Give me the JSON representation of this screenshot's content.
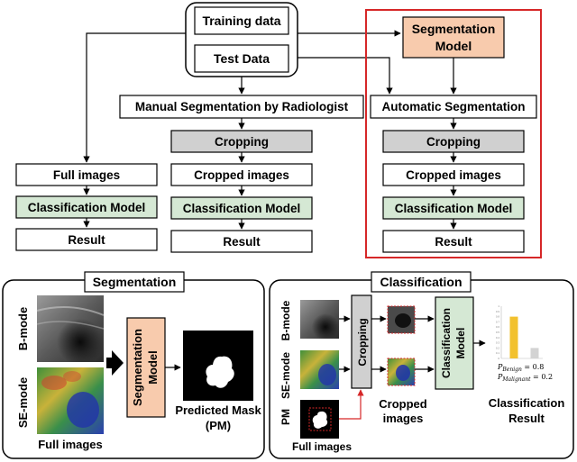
{
  "top": {
    "source": {
      "training": "Training data",
      "test": "Test Data"
    },
    "manual_segmentation": "Manual Segmentation by Radiologist",
    "seg_model": {
      "line1": "Segmentation",
      "line2": "Model"
    },
    "automatic_segmentation": "Automatic Segmentation",
    "left_column": [
      "Full images",
      "Classification Model",
      "Result"
    ],
    "middle_column": [
      "Cropping",
      "Cropped images",
      "Classification Model",
      "Result"
    ],
    "right_column": [
      "Cropping",
      "Cropped images",
      "Classification Model",
      "Result"
    ]
  },
  "segmentation_panel": {
    "title": "Segmentation",
    "bmode": "B-mode",
    "semode": "SE-mode",
    "full_images": "Full images",
    "model_line1": "Segmentation",
    "model_line2": "Model",
    "mask_line1": "Predicted Mask",
    "mask_line2": "(PM)"
  },
  "classification_panel": {
    "title": "Classification",
    "bmode": "B-mode",
    "semode": "SE-mode",
    "pm": "PM",
    "full_images": "Full images",
    "cropping": "Cropping",
    "model_line1": "Classification",
    "model_line2": "Model",
    "cropped_line1": "Cropped",
    "cropped_line2": "images",
    "result_line1": "Classification",
    "result_line2": "Result",
    "p_benign_sub": "Benign",
    "p_benign_val": "0.8",
    "p_malignant_sub": "Malignant",
    "p_malignant_val": "0.2"
  },
  "chart_data": {
    "type": "bar",
    "categories": [
      "Benign",
      "Malignant"
    ],
    "values": [
      0.8,
      0.2
    ],
    "ylim": [
      0,
      1
    ],
    "y_ticks": [
      "0",
      "0.1",
      "0.2",
      "0.3",
      "0.4",
      "0.5",
      "0.6",
      "0.7",
      "0.8",
      "0.9",
      "1"
    ],
    "colors": [
      "#f2c12e",
      "#d3d3d3"
    ]
  },
  "colors": {
    "seg_model_fill": "#f8cbad",
    "class_model_fill": "#d5e8d4",
    "crop_fill": "#d0d0d0",
    "highlight_border": "#d62728",
    "mask_mark": "#d62728"
  }
}
